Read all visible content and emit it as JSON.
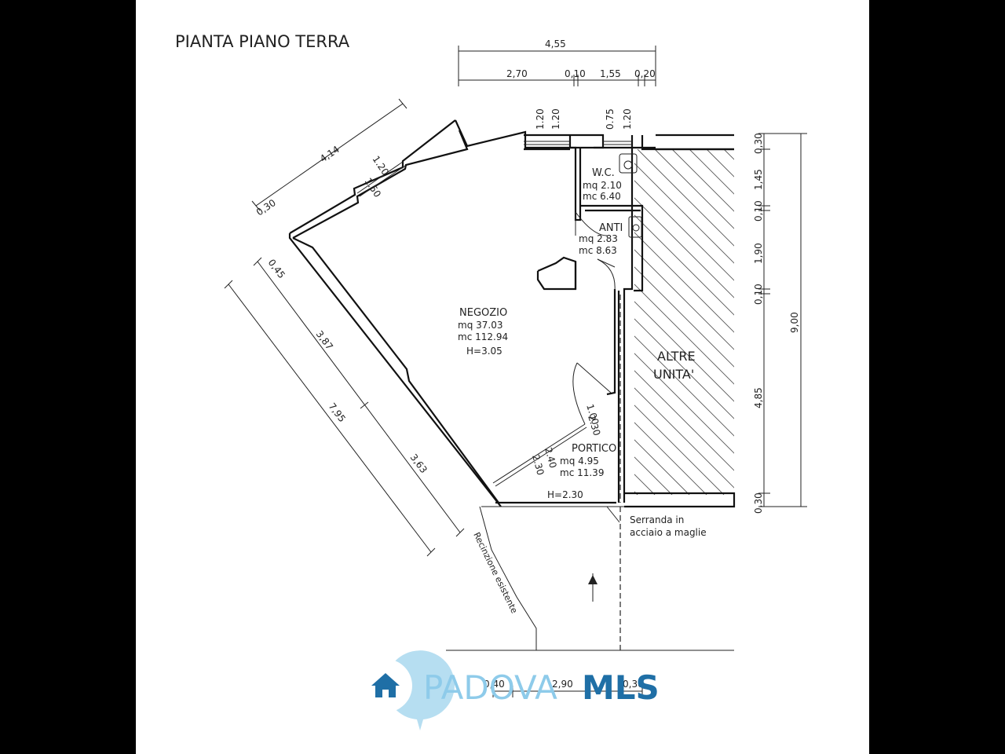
{
  "plan": {
    "title": "PIANTA PIANO TERRA",
    "rooms": {
      "negozio": {
        "name": "NEGOZIO",
        "mq": "mq   37.03",
        "mc": "mc  112.94",
        "h": "H=3.05"
      },
      "wc": {
        "name": "W.C.",
        "mq": "mq  2.10",
        "mc": "mc  6.40"
      },
      "anti": {
        "name": "ANTI",
        "mq": "mq  2.83",
        "mc": "mc  8.63"
      },
      "portico": {
        "name": "PORTICO",
        "mq": "mq   4.95",
        "mc": "mc  11.39",
        "h": "H=2.30"
      },
      "altre": {
        "line1": "ALTRE",
        "line2": "UNITA'"
      }
    },
    "notes": {
      "serranda_1": "Serranda  in",
      "serranda_2": "acciaio  a  maglie",
      "recinzione": "Recinzione esistente"
    },
    "dims": {
      "top_total": "4,55",
      "top_a": "2,70",
      "top_b": "0,10",
      "top_c": "1,55",
      "top_d": "0,20",
      "win_a1": "1.20",
      "win_a2": "1.20",
      "win_b1": "0.75",
      "win_b2": "1.20",
      "diag_414": "4,14",
      "diag_030": "0,30",
      "diag_win1": "1.50",
      "diag_win2": "1.20",
      "left_045": "0,45",
      "left_387": "3,87",
      "left_795": "7,95",
      "left_363": "3,63",
      "right_030a": "0,30",
      "right_145": "1,45",
      "right_010a": "0,10",
      "right_190": "1,90",
      "right_010b": "0,10",
      "right_485": "4,85",
      "right_030b": "0,30",
      "right_900": "9,00",
      "door_100": "1.00",
      "door_230a": "2.30",
      "door_240": "2.40",
      "door_230b": "2.30",
      "bottom_040": "0,40",
      "bottom_290": "2,90",
      "bottom_030": "0,30"
    }
  },
  "logo": {
    "part1": "PADOVA",
    "part2": "MLS"
  },
  "colors": {
    "logo_light": "#8ecbea",
    "logo_dark": "#1f6fa6",
    "background": "#000000",
    "paper": "#ffffff"
  }
}
